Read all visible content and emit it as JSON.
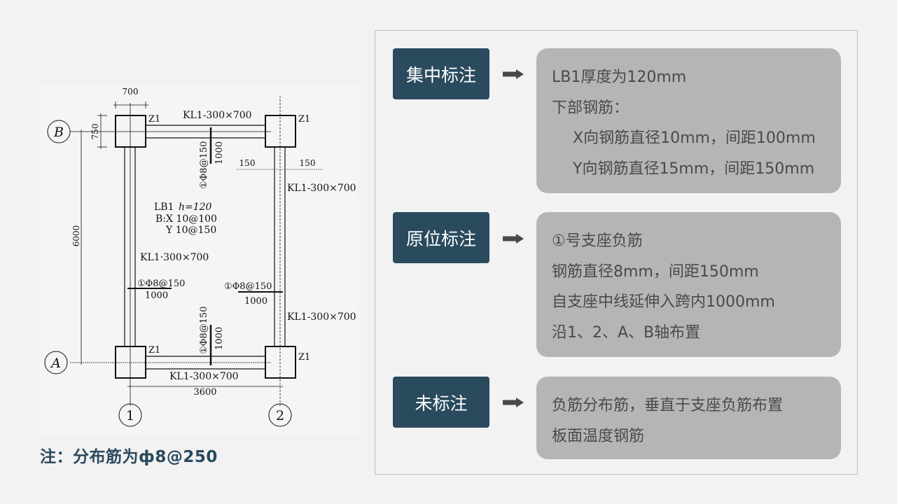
{
  "drawing": {
    "axis_labels": {
      "B": "B",
      "A": "A",
      "1": "1",
      "2": "2"
    },
    "dimensions": {
      "column_width": "700",
      "column_depth": "750",
      "span_y": "6000",
      "span_x": "3600",
      "beam_offset_left": "150",
      "beam_offset_right": "150"
    },
    "column_label": "Z1",
    "beam_label": "KL1-300×700",
    "beam_label_mid": "KL1·300×700",
    "slab": {
      "line1": "LB1",
      "line1_h": "h=120",
      "line2": "B:X 10@100",
      "line3": "Y 10@150"
    },
    "rebar": {
      "label": "①Φ8@150",
      "length": "1000"
    }
  },
  "note": "注：分布筋为ф8@250",
  "panel": {
    "sections": [
      {
        "tag": "集中标注",
        "lines": [
          {
            "text": "LB1厚度为120mm",
            "indent": false
          },
          {
            "text": "下部钢筋：",
            "indent": false
          },
          {
            "text": "X向钢筋直径10mm，间距100mm",
            "indent": true
          },
          {
            "text": "Y向钢筋直径15mm，间距150mm",
            "indent": true
          }
        ]
      },
      {
        "tag": "原位标注",
        "lines": [
          {
            "text": "①号支座负筋",
            "indent": false
          },
          {
            "text": "钢筋直径8mm，间距150mm",
            "indent": false
          },
          {
            "text": "自支座中线延伸入跨内1000mm",
            "indent": false
          },
          {
            "text": "沿1、2、A、B轴布置",
            "indent": false
          }
        ]
      },
      {
        "tag": "未标注",
        "lines": [
          {
            "text": "负筋分布筋，垂直于支座负筋布置",
            "indent": false
          },
          {
            "text": "板面温度钢筋",
            "indent": false
          }
        ]
      }
    ],
    "arrow_icon": "right-arrow-icon",
    "colors": {
      "tag_bg": "#2a4a5e",
      "box_bg": "#b5b5b5",
      "arrow": "#4a4744"
    }
  }
}
